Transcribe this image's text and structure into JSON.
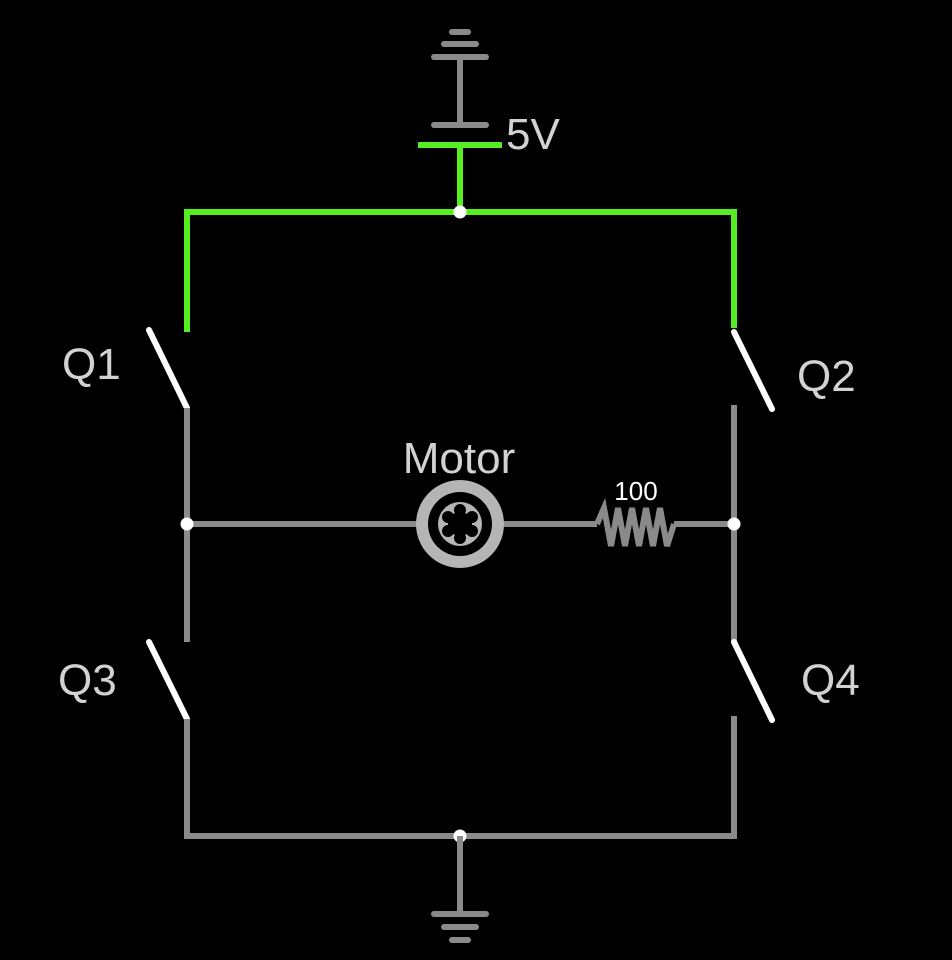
{
  "diagram": {
    "supply": {
      "label": "5V"
    },
    "motor": {
      "label": "Motor"
    },
    "resistor": {
      "label": "100"
    },
    "switches": [
      {
        "id": "q1",
        "label": "Q1",
        "state": "open"
      },
      {
        "id": "q2",
        "label": "Q2",
        "state": "open"
      },
      {
        "id": "q3",
        "label": "Q3",
        "state": "open"
      },
      {
        "id": "q4",
        "label": "Q4",
        "state": "open"
      }
    ]
  },
  "colors": {
    "background": "#000000",
    "wire": "#8a8a8a",
    "wire_live": "#55ee22",
    "switch": "#ffffff",
    "node": "#ffffff",
    "label": "#d2d2d2",
    "motor_ring": "#b5b5b5",
    "motor_core": "#000000"
  }
}
